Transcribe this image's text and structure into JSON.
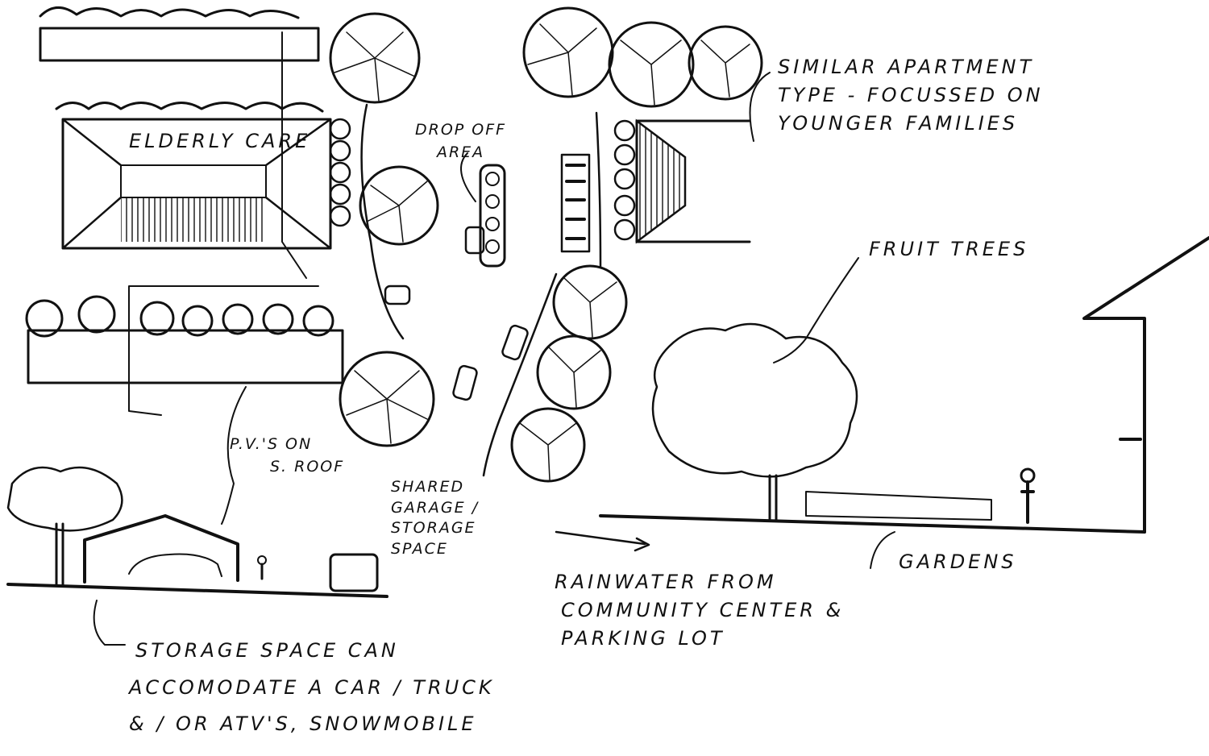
{
  "labels": {
    "elderly_care": "Elderly Care",
    "drop_off": [
      "Drop off",
      "Area"
    ],
    "apartment": [
      "Similar Apartment",
      "Type - Focussed on",
      "Younger Families"
    ],
    "fruit_trees": "Fruit Trees",
    "pvs": [
      "P.V.'s on",
      "S. Roof"
    ],
    "garage": [
      "Shared",
      "Garage /",
      "Storage",
      "Space"
    ],
    "gardens": "Gardens",
    "rainwater": [
      "Rainwater From",
      "Community Center &",
      "Parking Lot"
    ],
    "storage": [
      "Storage Space Can",
      "Accomodate A Car / Truck",
      "& / or ATV's, Snowmobile"
    ]
  }
}
